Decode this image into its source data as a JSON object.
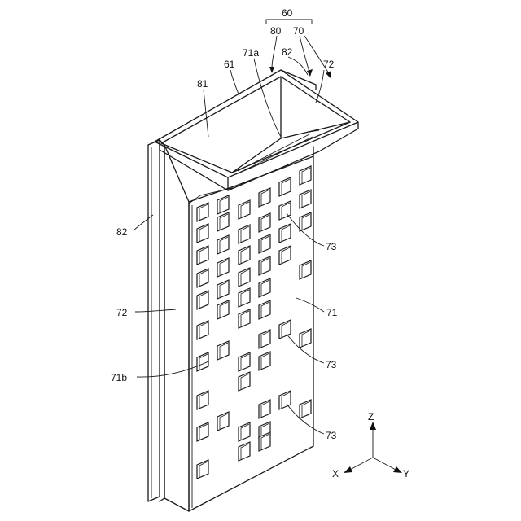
{
  "figure": {
    "labels": {
      "assembly": "60",
      "part_80": "80",
      "part_70": "70",
      "part_71a": "71a",
      "part_82_top": "82",
      "part_61": "61",
      "part_81": "81",
      "part_72_top": "72",
      "part_82_side": "82",
      "part_73_a": "73",
      "part_72_side": "72",
      "part_71": "71",
      "part_71b": "71b",
      "part_73_b": "73",
      "part_73_c": "73"
    },
    "axes": {
      "z": "Z",
      "x": "X",
      "y": "Y"
    }
  }
}
